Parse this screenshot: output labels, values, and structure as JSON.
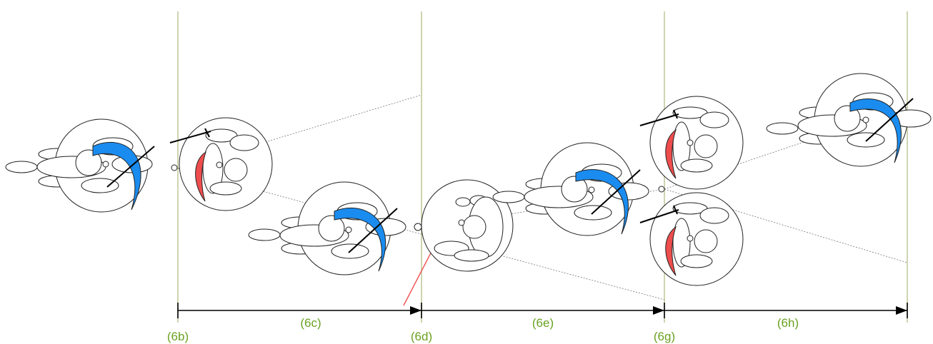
{
  "diagram": {
    "frame_labels": [
      "(6b)",
      "(6c)",
      "(6d)",
      "(6e)",
      "(6g)",
      "(6h)"
    ],
    "colors": {
      "guide": "#b7c38e",
      "label": "#6aa121",
      "shield": "#1a8cf0",
      "shield_back": "#ee4d4d",
      "pointer": "#f05050"
    }
  }
}
